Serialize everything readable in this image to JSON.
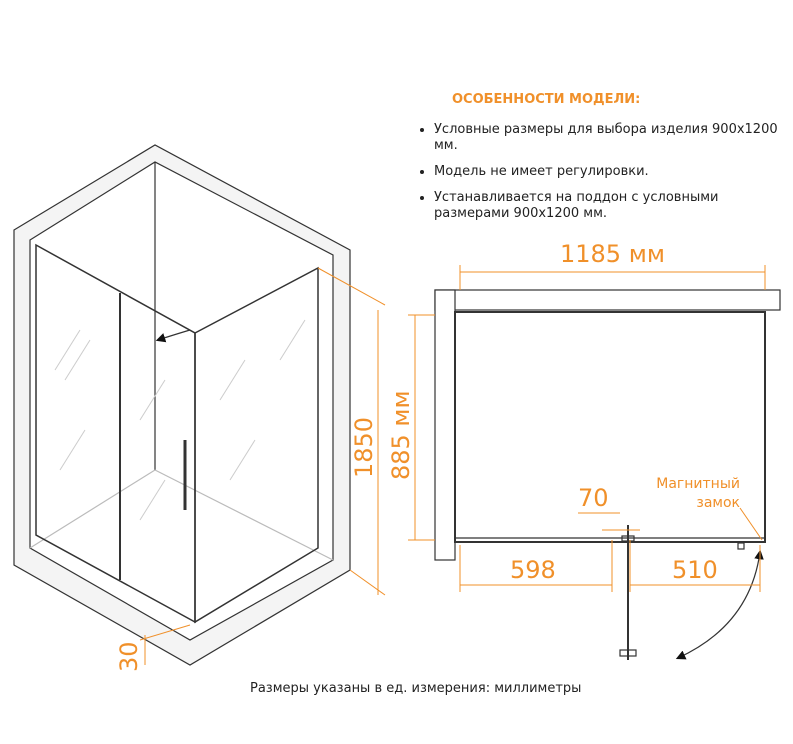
{
  "features": {
    "title": "ОСОБЕННОСТИ МОДЕЛИ:",
    "items": [
      "Условные размеры для выбора изделия 900x1200 мм.",
      "Модель не имеет регулировки.",
      "Устанавливается на поддон с условными размерами 900x1200 мм."
    ]
  },
  "dimensions": {
    "width": "1185 мм",
    "depth": "885 мм",
    "height": "1850",
    "base": "30",
    "door_left": "598",
    "door_right": "510",
    "gap": "70",
    "lock_label_1": "Магнитный",
    "lock_label_2": "замок"
  },
  "footer": "Размеры указаны в ед. измерения: миллиметры",
  "colors": {
    "accent": "#f0902a",
    "line": "#333333"
  }
}
